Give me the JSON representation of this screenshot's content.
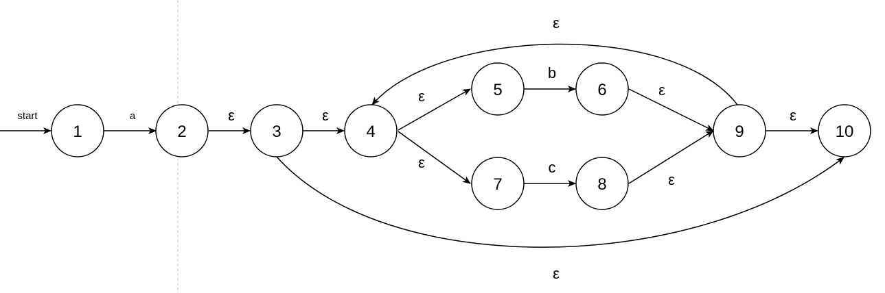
{
  "states": [
    {
      "id": "s1",
      "label": "1"
    },
    {
      "id": "s2",
      "label": "2"
    },
    {
      "id": "s3",
      "label": "3"
    },
    {
      "id": "s4",
      "label": "4"
    },
    {
      "id": "s5",
      "label": "5"
    },
    {
      "id": "s6",
      "label": "6"
    },
    {
      "id": "s7",
      "label": "7"
    },
    {
      "id": "s8",
      "label": "8"
    },
    {
      "id": "s9",
      "label": "9"
    },
    {
      "id": "s10",
      "label": "10"
    }
  ],
  "transitions": [
    {
      "id": "start",
      "from": "",
      "to": "1",
      "label": "start"
    },
    {
      "id": "t1_2",
      "from": "1",
      "to": "2",
      "label": "a"
    },
    {
      "id": "t2_3",
      "from": "2",
      "to": "3",
      "label": "ε"
    },
    {
      "id": "t3_4",
      "from": "3",
      "to": "4",
      "label": "ε"
    },
    {
      "id": "t4_5",
      "from": "4",
      "to": "5",
      "label": "ε"
    },
    {
      "id": "t4_7",
      "from": "4",
      "to": "7",
      "label": "ε"
    },
    {
      "id": "t5_6",
      "from": "5",
      "to": "6",
      "label": "b"
    },
    {
      "id": "t7_8",
      "from": "7",
      "to": "8",
      "label": "c"
    },
    {
      "id": "t6_9",
      "from": "6",
      "to": "9",
      "label": "ε"
    },
    {
      "id": "t8_9",
      "from": "8",
      "to": "9",
      "label": "ε"
    },
    {
      "id": "t9_10",
      "from": "9",
      "to": "10",
      "label": "ε"
    },
    {
      "id": "t9_4",
      "from": "9",
      "to": "4",
      "label": "ε"
    },
    {
      "id": "t3_10",
      "from": "3",
      "to": "10",
      "label": "ε"
    }
  ]
}
